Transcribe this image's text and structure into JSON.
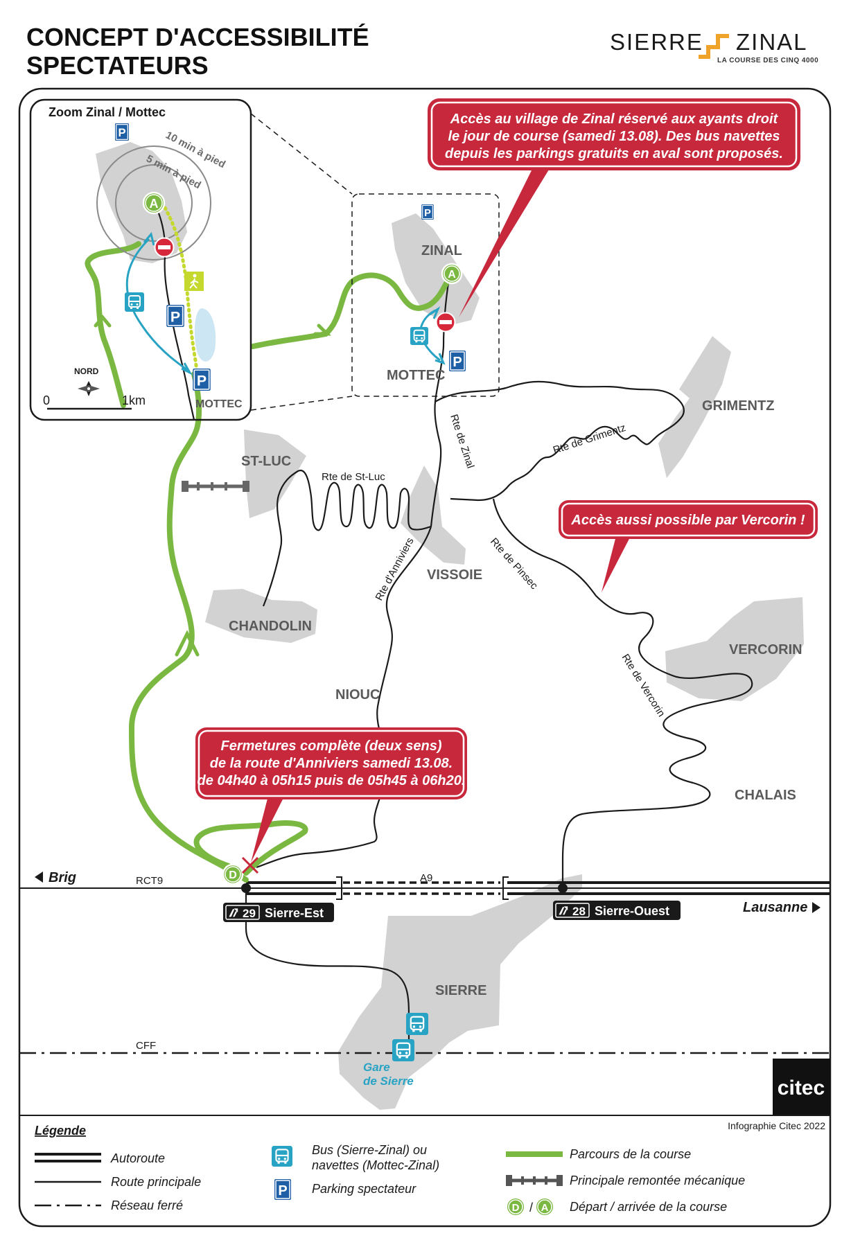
{
  "title": {
    "line1": "CONCEPT D'ACCESSIBILITÉ",
    "line2": "SPECTATEURS"
  },
  "logo": {
    "left": "SIERRE",
    "right": "ZINAL",
    "tagline": "LA COURSE DES CINQ 4000"
  },
  "zoom": {
    "title": "Zoom Zinal / Mottec",
    "walk10": "10 min à pied",
    "walk5": "5 min à pied",
    "north": "NORD",
    "scale_zero": "0",
    "scale_one": "1km",
    "mottec": "MOTTEC"
  },
  "places": {
    "zinal": "ZINAL",
    "mottec": "MOTTEC",
    "grimentz": "GRIMENTZ",
    "st_luc": "ST-LUC",
    "chandolin": "CHANDOLIN",
    "vissoie": "VISSOIE",
    "vercorin": "VERCORIN",
    "niouc": "NIOUC",
    "chalais": "CHALAIS",
    "sierre": "SIERRE",
    "gare_1": "Gare",
    "gare_2": "de Sierre"
  },
  "roads": {
    "zinal": "Rte de Zinal",
    "grimentz": "Rte de Grimentz",
    "st_luc": "Rte de St-Luc",
    "anniviers": "Rte d'Anniviers",
    "pinsec": "Rte de Pinsec",
    "vercorin": "Rte de Vercorin",
    "rct9": "RCT9",
    "a9": "A9",
    "cff": "CFF"
  },
  "directions": {
    "brig": "Brig",
    "lausanne": "Lausanne"
  },
  "exits": {
    "east": {
      "number": "29",
      "name": "Sierre-Est"
    },
    "west": {
      "number": "28",
      "name": "Sierre-Ouest"
    }
  },
  "callouts": {
    "zinal": [
      "Accès au village de Zinal réservé aux ayants droit",
      "le jour de course (samedi 13.08). Des bus navettes",
      "depuis les parkings gratuits en aval sont proposés."
    ],
    "vercorin": [
      "Accès aussi possible par Vercorin !"
    ],
    "closure": [
      "Fermetures complète (deux sens)",
      "de la route d'Anniviers samedi 13.08.",
      "de 04h40 à 05h15 puis de 05h45 à 06h20."
    ]
  },
  "markers": {
    "start": "D",
    "finish": "A",
    "parking": "P"
  },
  "credit": {
    "brand": "citec",
    "text": "Infographie Citec 2022"
  },
  "legend": {
    "title": "Légende",
    "autoroute": "Autoroute",
    "route": "Route principale",
    "rail": "Réseau ferré",
    "bus_1": "Bus (Sierre-Zinal) ou",
    "bus_2": "navettes (Mottec-Zinal)",
    "parking": "Parking spectateur",
    "course": "Parcours de la course",
    "lift": "Principale remontée mécanique",
    "start_finish": "Départ / arrivée de la course"
  },
  "colors": {
    "green": "#7ab841",
    "red": "#c8283c",
    "blue": "#1f5fa6",
    "cyan": "#29a3c4",
    "grey_area": "#d2d2d2",
    "logo_orange": "#f0a32a",
    "lime": "#c5d82e"
  }
}
